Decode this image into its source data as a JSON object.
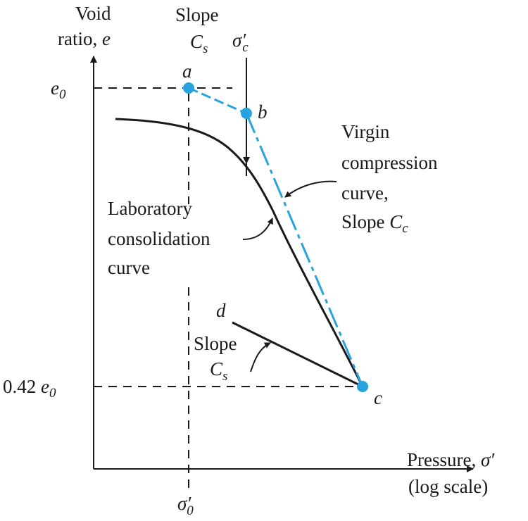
{
  "axes": {
    "y_title_line1": "Void",
    "y_title_line2": "ratio, ",
    "y_title_var": "e",
    "x_title_line1": "Pressure, ",
    "x_title_var": "σ′",
    "x_title_line2": "(log scale)"
  },
  "ticks": {
    "y_top": "e",
    "y_top_sub": "0",
    "y_bottom_coef": "0.42 ",
    "y_bottom": "e",
    "y_bottom_sub": "0",
    "x_left": "σ′",
    "x_left_sub": "0"
  },
  "points": {
    "a": "a",
    "b": "b",
    "c": "c",
    "d": "d"
  },
  "labels": {
    "slope_top_line1": "Slope",
    "slope_top_var": "C",
    "slope_top_sub": "s",
    "sigma_c": "σ′",
    "sigma_c_sub": "c",
    "virgin_line1": "Virgin",
    "virgin_line2": "compression",
    "virgin_line3": "curve,",
    "virgin_line4": "Slope ",
    "virgin_var": "C",
    "virgin_sub": "c",
    "lab_line1": "Laboratory",
    "lab_line2": "consolidation",
    "lab_line3": "curve",
    "slope_low_line1": "Slope",
    "slope_low_var": "C",
    "slope_low_sub": "s"
  },
  "colors": {
    "ink": "#1a1a1a",
    "accent": "#29a3dd"
  }
}
